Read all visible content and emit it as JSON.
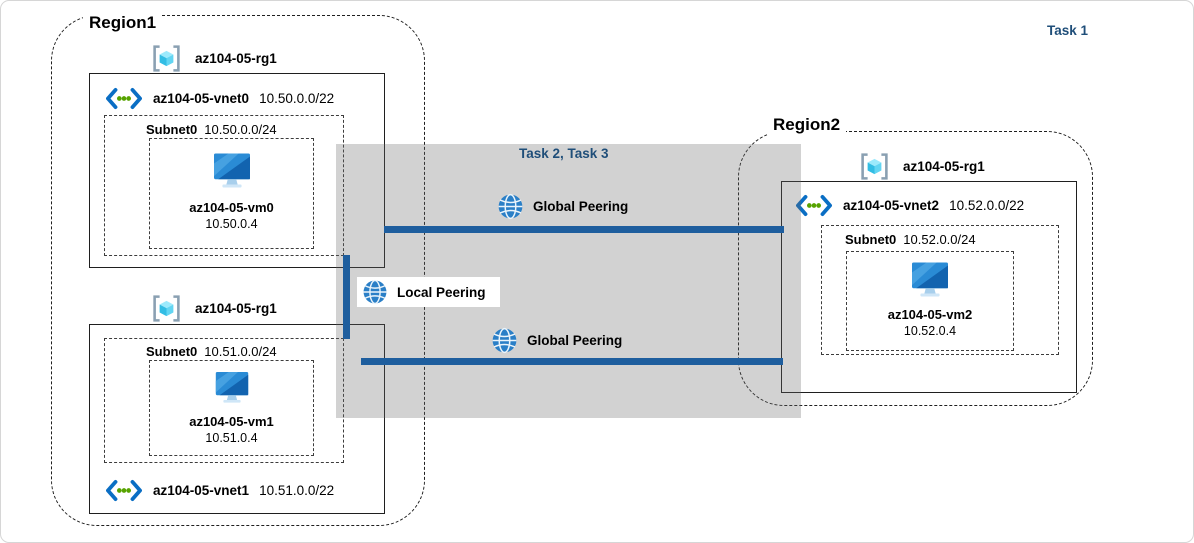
{
  "tasks": {
    "task1": "Task 1",
    "task23": "Task 2, Task 3"
  },
  "region1": {
    "label": "Region1",
    "rg_top": {
      "label": "az104-05-rg1",
      "vnet": {
        "name": "az104-05-vnet0",
        "cidr": "10.50.0.0/22"
      },
      "subnet": {
        "name": "Subnet0",
        "cidr": "10.50.0.0/24",
        "vm": {
          "name": "az104-05-vm0",
          "ip": "10.50.0.4"
        }
      }
    },
    "rg_bottom": {
      "label": "az104-05-rg1",
      "vnet": {
        "name": "az104-05-vnet1",
        "cidr": "10.51.0.0/22"
      },
      "subnet": {
        "name": "Subnet0",
        "cidr": "10.51.0.0/24",
        "vm": {
          "name": "az104-05-vm1",
          "ip": "10.51.0.4"
        }
      }
    }
  },
  "region2": {
    "label": "Region2",
    "rg": {
      "label": "az104-05-rg1",
      "vnet": {
        "name": "az104-05-vnet2",
        "cidr": "10.52.0.0/22"
      },
      "subnet": {
        "name": "Subnet0",
        "cidr": "10.52.0.0/24",
        "vm": {
          "name": "az104-05-vm2",
          "ip": "10.52.0.4"
        }
      }
    }
  },
  "peerings": {
    "global_top": "Global Peering",
    "local": "Local Peering",
    "global_bottom": "Global Peering"
  },
  "colors": {
    "peering_line": "#1e5e9e",
    "task_text": "#1f4e79",
    "highlight_area": "#d2d2d2"
  }
}
